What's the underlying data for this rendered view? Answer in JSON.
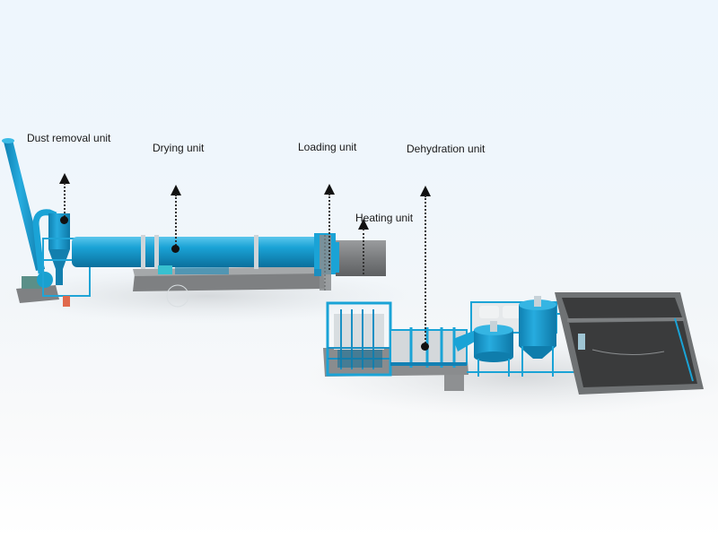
{
  "diagram": {
    "type": "process-line",
    "subject": "sludge dewatering and drying line",
    "colors": {
      "equipment_blue": "#1a9fd0",
      "equipment_dark_blue": "#0e7fb0",
      "base_gray": "#7d7f81",
      "sludge_dark": "#3b3c3c",
      "background_top": "#eef6fd",
      "background_bottom": "#ffffff",
      "label_text": "#1a1a1a"
    },
    "units": [
      {
        "id": "dust-removal",
        "label": "Dust removal unit"
      },
      {
        "id": "drying",
        "label": "Drying unit"
      },
      {
        "id": "loading",
        "label": "Loading unit"
      },
      {
        "id": "heating",
        "label": "Heating unit"
      },
      {
        "id": "dehydration",
        "label": "Dehydration unit"
      }
    ]
  }
}
